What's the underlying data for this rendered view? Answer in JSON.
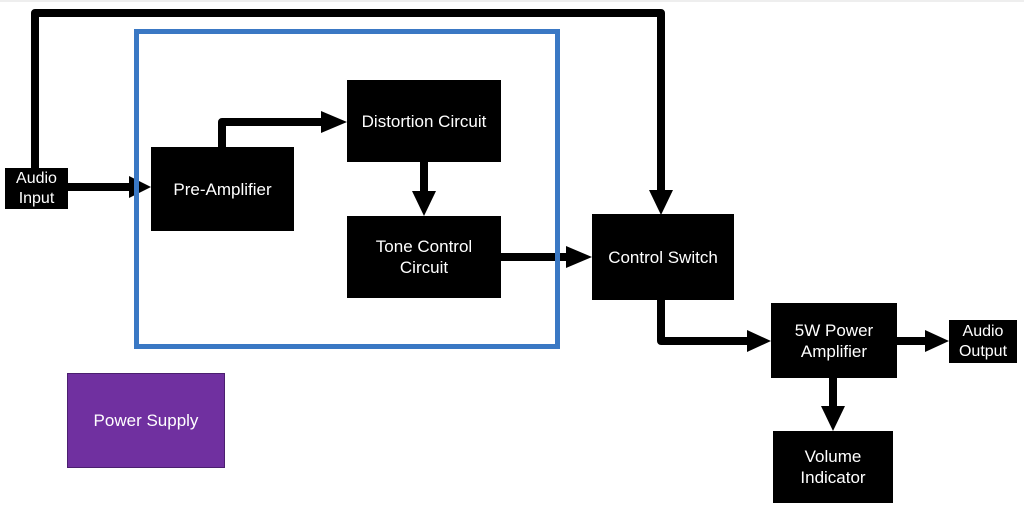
{
  "blocks": {
    "audio_input": "Audio\nInput",
    "pre_amplifier": "Pre-Amplifier",
    "distortion_circuit": "Distortion Circuit",
    "tone_control_circuit": "Tone Control\nCircuit",
    "control_switch": "Control Switch",
    "power_amplifier": "5W Power\nAmplifier",
    "audio_output": "Audio\nOutput",
    "volume_indicator": "Volume\nIndicator",
    "power_supply": "Power Supply"
  },
  "colors": {
    "block_fill": "#000000",
    "block_text": "#ffffff",
    "group_border": "#3a78c4",
    "power_supply_fill": "#7030a0",
    "connector": "#000000"
  }
}
